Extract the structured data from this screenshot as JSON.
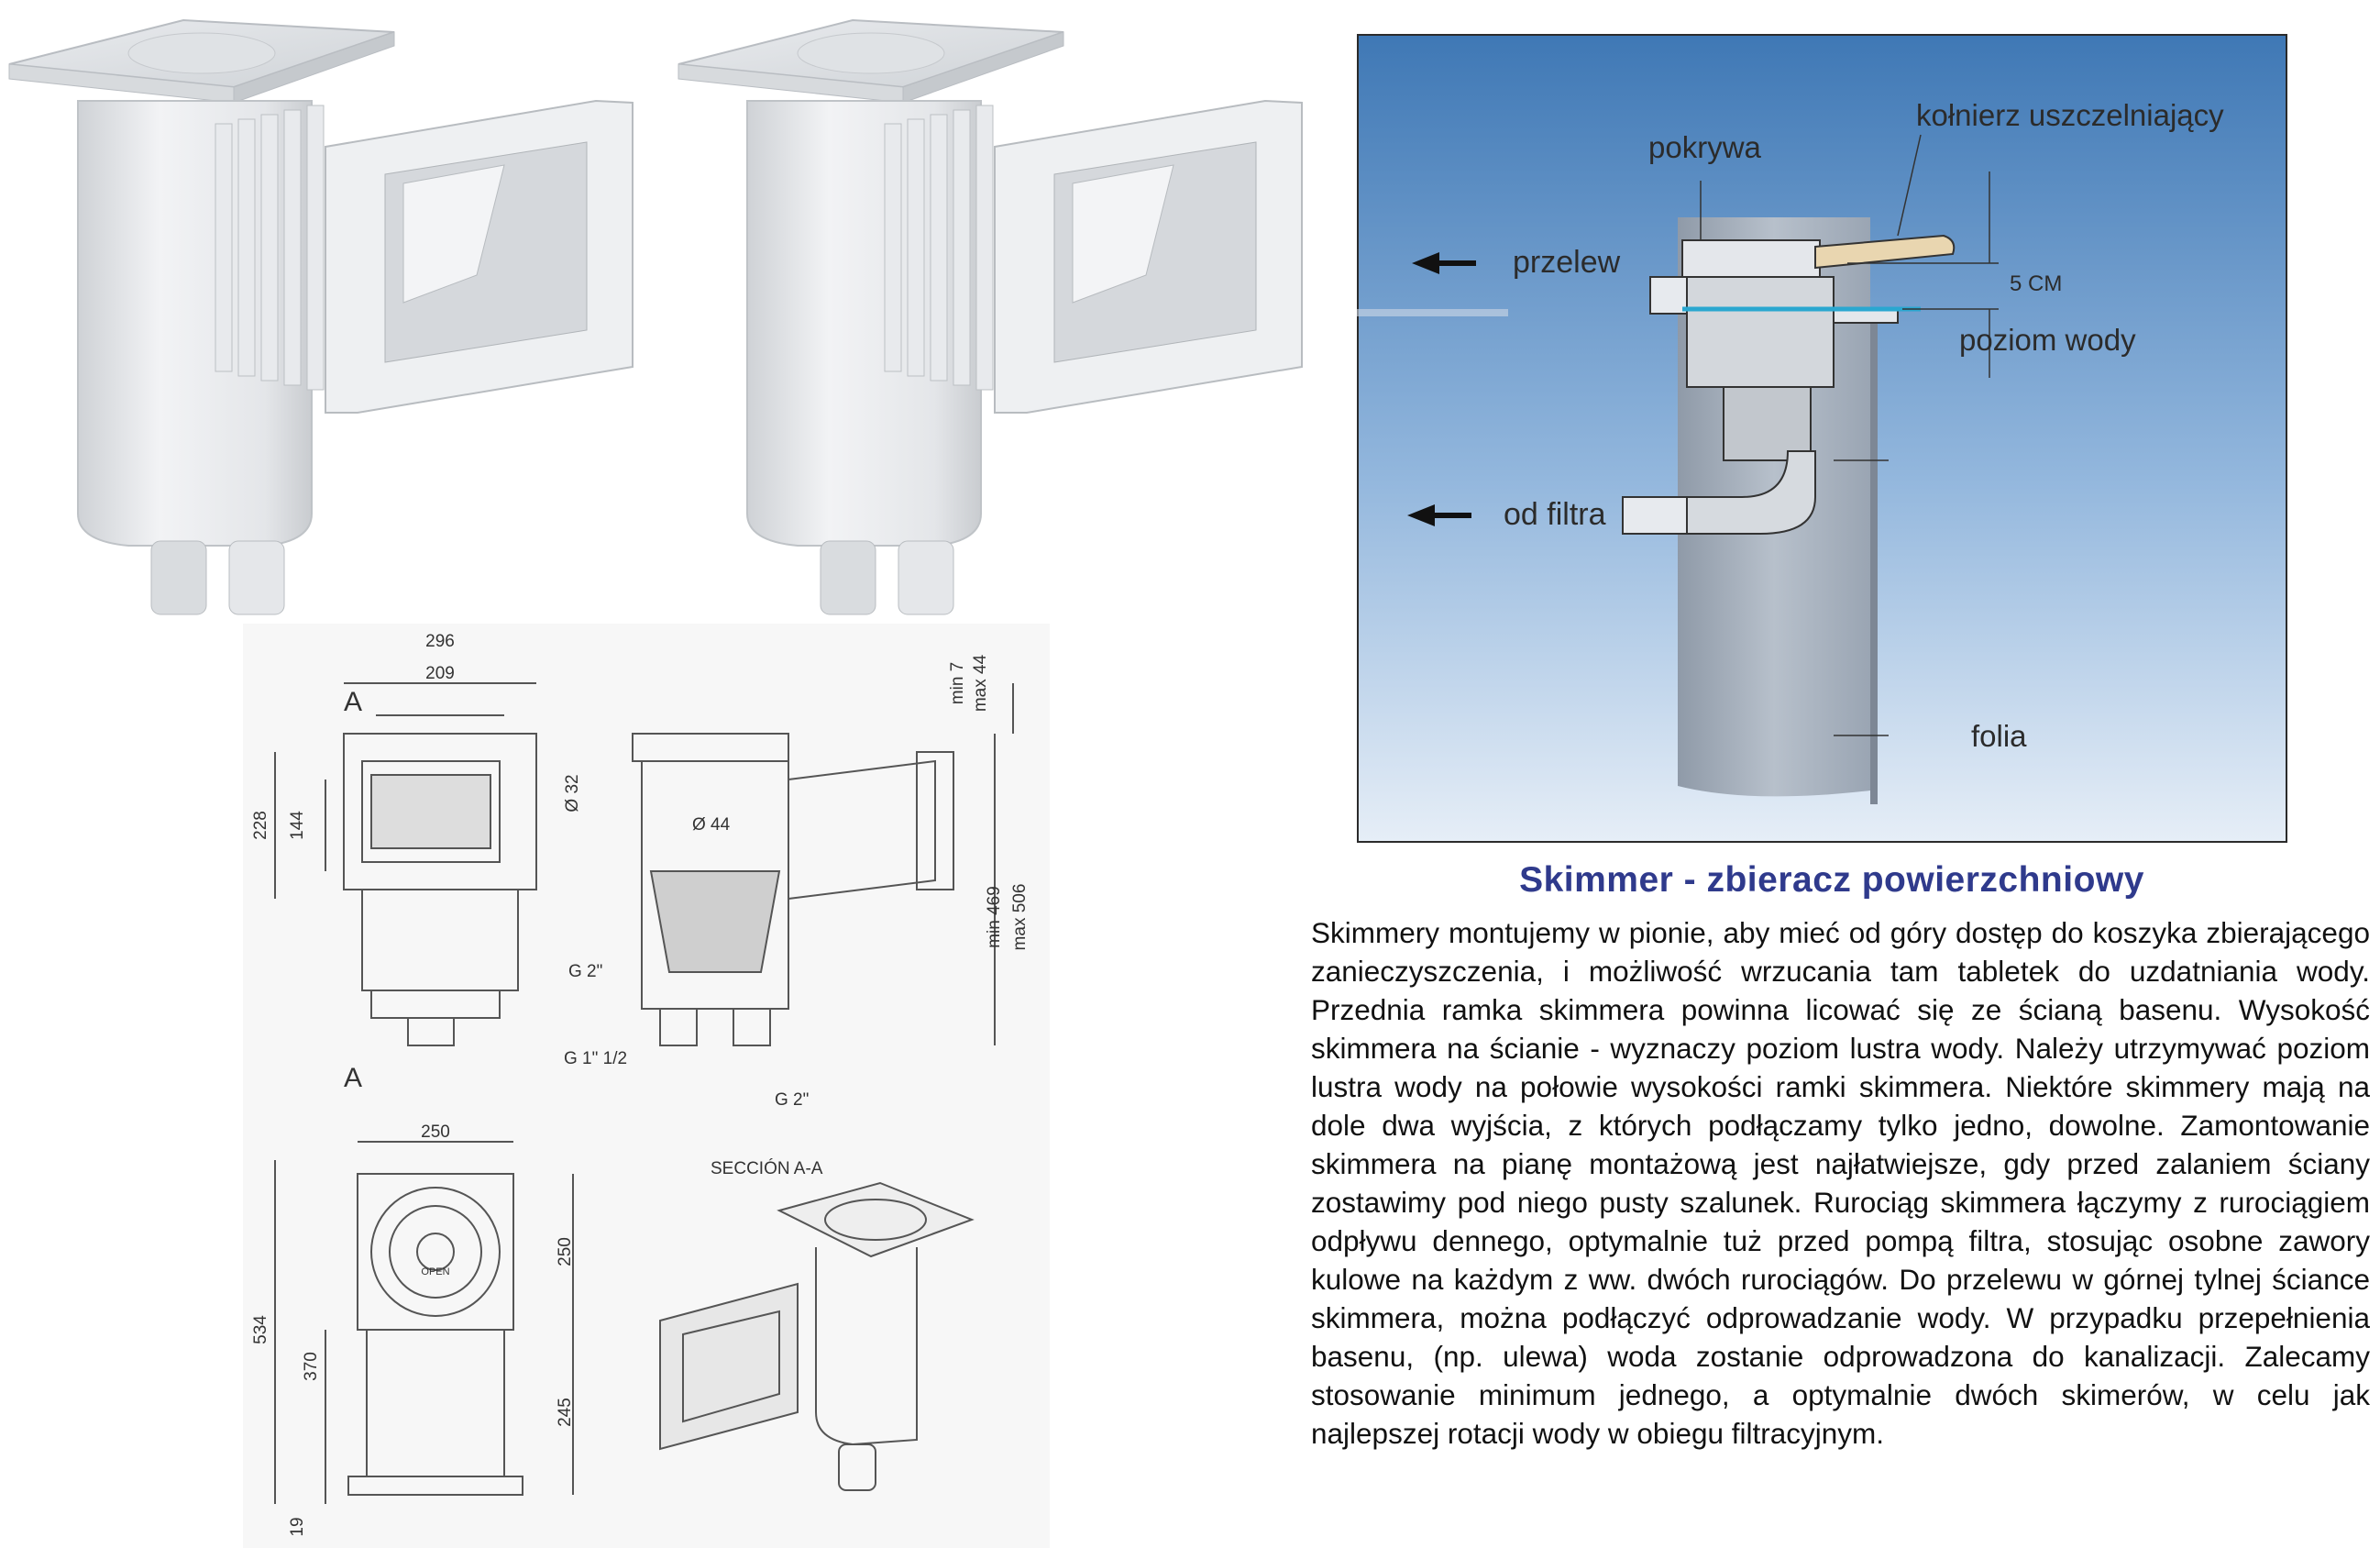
{
  "diagram": {
    "labels": {
      "cover": "pokrywa",
      "seal_flange": "kołnierz uszczelniający",
      "overflow": "przelew",
      "gap": "5 CM",
      "water_level": "poziom wody",
      "from_filter": "od filtra",
      "liner": "folia"
    }
  },
  "drawing": {
    "dims": {
      "w296": "296",
      "w209": "209",
      "sec_a_top": "A",
      "sec_a_bottom": "A",
      "h228": "228",
      "h144": "144",
      "min7": "min 7",
      "max44": "max 44",
      "d32": "Ø 32",
      "d44": "Ø 44",
      "min469": "min 469",
      "max506": "max 506",
      "g2_left": "G 2\"",
      "g1_half": "G 1\" 1/2",
      "g2_bottom": "G 2\"",
      "w250": "250",
      "section": "SECCIÓN A-A",
      "h534": "534",
      "h370": "370",
      "h250": "250",
      "h245": "245",
      "h19": "19",
      "open": "OPEN"
    }
  },
  "description": {
    "title": "Skimmer - zbieracz powierzchniowy",
    "body": "Skimmery montujemy w pionie, aby mieć od góry dostęp do koszyka zbierającego zanieczyszczenia, i możliwość wrzucania tam tabletek do uzdatniania wody. Przednia ramka skimmera powinna licować się ze ścianą basenu. Wysokość skimmera na ścianie - wyznaczy poziom lustra wody. Należy utrzymywać poziom lustra wody na połowie wysokości ramki skimmera. Niektóre skimmery mają na dole dwa wyjścia, z których podłączamy tylko jedno, dowolne. Zamontowanie skimmera na pianę montażową jest najłatwiejsze, gdy przed zalaniem ściany zostawimy pod niego pusty szalunek. Rurociąg skimmera łączymy z rurociągiem odpływu dennego, optymalnie tuż przed pompą filtra, stosując osobne zawory kulowe na każdym z ww. dwóch rurociągów. Do przelewu w górnej tylnej ściance skimmera, można podłączyć odprowadzanie wody. W przypadku przepełnienia basenu, (np. ulewa) woda zostanie odprowadzona do kanalizacji. Zalecamy stosowanie minimum jednego, a optymalnie dwóch skimerów, w celu jak najlepszej rotacji wody w obiegu filtracyjnym."
  },
  "colors": {
    "water_top": "#3f78b5",
    "water_bottom": "#e6eef7",
    "title": "#2f3a8c",
    "flange": "#e9d6b0"
  }
}
